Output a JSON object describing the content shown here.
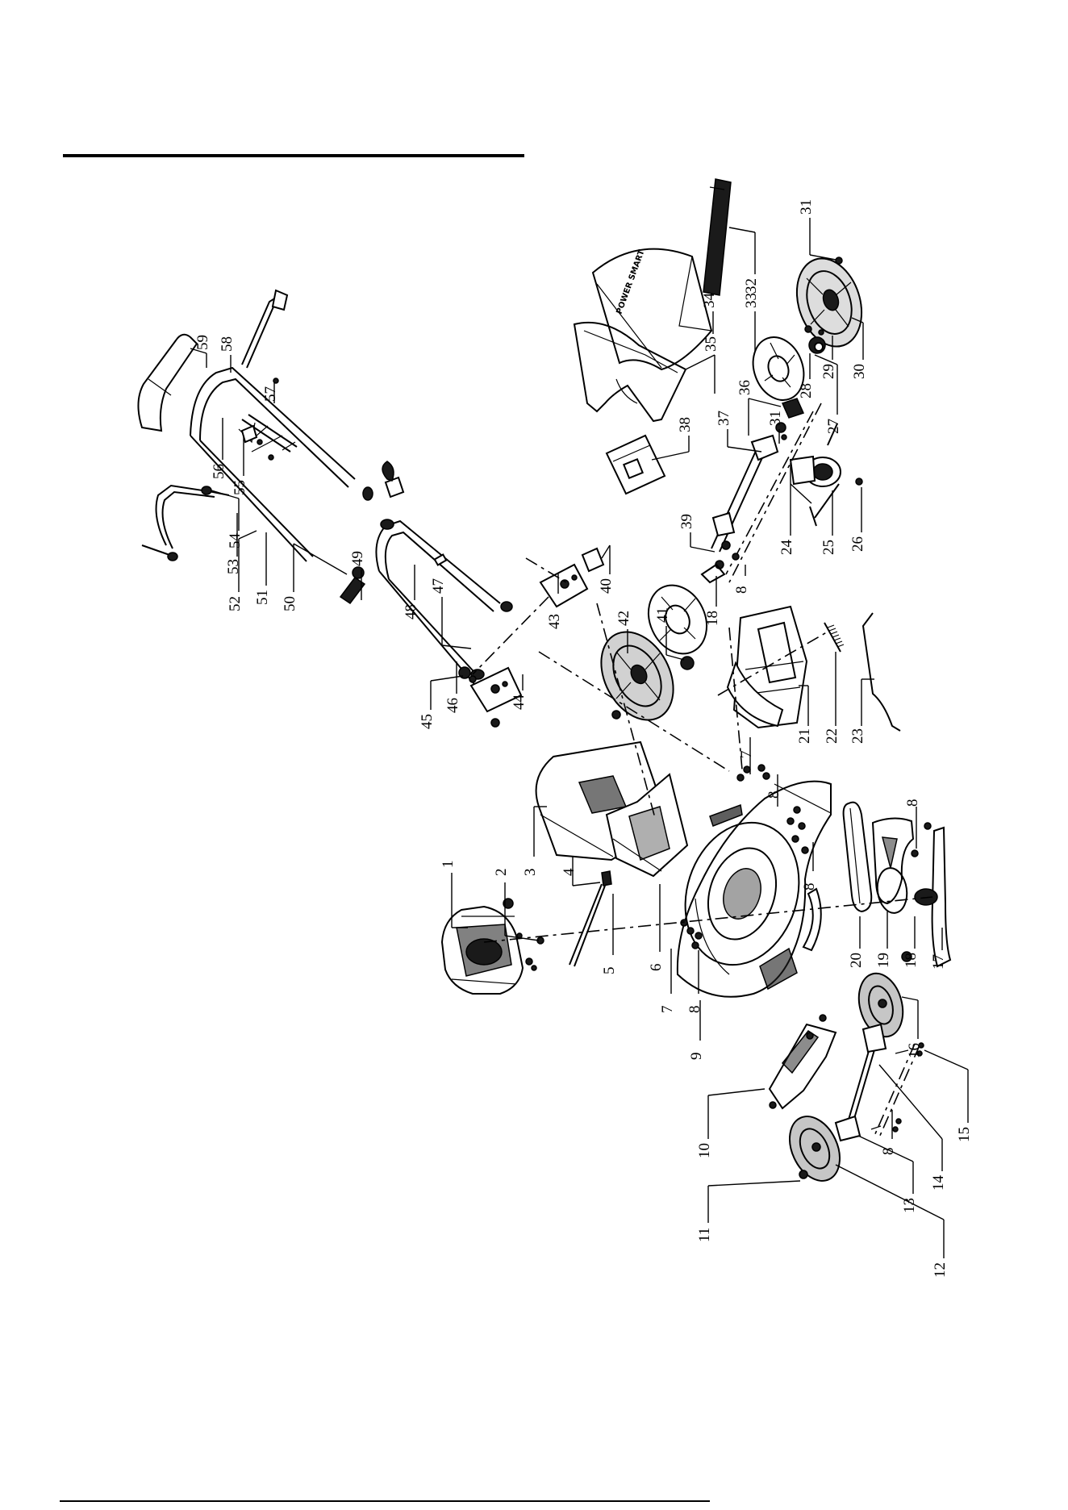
{
  "callouts": [
    {
      "number": "1"
    },
    {
      "number": "2"
    },
    {
      "number": "3"
    },
    {
      "number": "4"
    },
    {
      "number": "5"
    },
    {
      "number": "6"
    },
    {
      "number": "7"
    },
    {
      "number": "8"
    },
    {
      "number": "7"
    },
    {
      "number": "8"
    },
    {
      "number": "9"
    },
    {
      "number": "10"
    },
    {
      "number": "11"
    },
    {
      "number": "12"
    },
    {
      "number": "8"
    },
    {
      "number": "13"
    },
    {
      "number": "14"
    },
    {
      "number": "15"
    },
    {
      "number": "16"
    },
    {
      "number": "17"
    },
    {
      "number": "18"
    },
    {
      "number": "19"
    },
    {
      "number": "20"
    },
    {
      "number": "8"
    },
    {
      "number": "8"
    },
    {
      "number": "21"
    },
    {
      "number": "22"
    },
    {
      "number": "23"
    },
    {
      "number": "24"
    },
    {
      "number": "25"
    },
    {
      "number": "26"
    },
    {
      "number": "27"
    },
    {
      "number": "28"
    },
    {
      "number": "29"
    },
    {
      "number": "30"
    },
    {
      "number": "31"
    },
    {
      "number": "32"
    },
    {
      "number": "33"
    },
    {
      "number": "34"
    },
    {
      "number": "35"
    },
    {
      "number": "36"
    },
    {
      "number": "31"
    },
    {
      "number": "37"
    },
    {
      "number": "38"
    },
    {
      "number": "39"
    },
    {
      "number": "8"
    },
    {
      "number": "18"
    },
    {
      "number": "40"
    },
    {
      "number": "41"
    },
    {
      "number": "42"
    },
    {
      "number": "43"
    },
    {
      "number": "44"
    },
    {
      "number": "45"
    },
    {
      "number": "46"
    },
    {
      "number": "47"
    },
    {
      "number": "48"
    },
    {
      "number": "49"
    },
    {
      "number": "50"
    },
    {
      "number": "51"
    },
    {
      "number": "52"
    },
    {
      "number": "53"
    },
    {
      "number": "54"
    },
    {
      "number": "55"
    },
    {
      "number": "56"
    },
    {
      "number": "57"
    },
    {
      "number": "58"
    },
    {
      "number": "59"
    }
  ]
}
